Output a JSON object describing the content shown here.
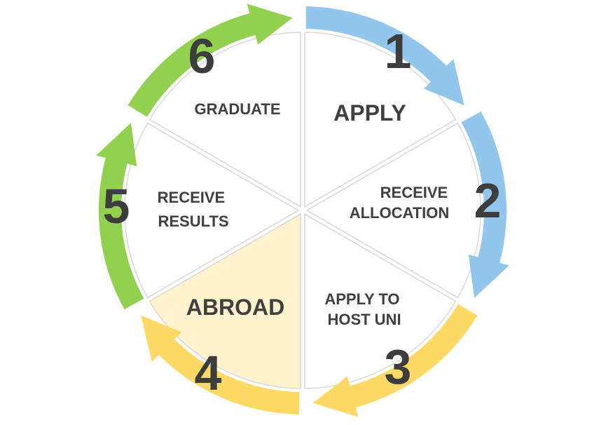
{
  "colors": {
    "blue": "#93C6EC",
    "yellow": "#FFD966",
    "green": "#92D050",
    "highlight_fill": "#FFF2CC",
    "slice_fill": "#FFFFFF",
    "divider": "#D9D9D9",
    "text": "#404040"
  },
  "steps": [
    {
      "number": "1",
      "label_lines": [
        "APPLY"
      ],
      "arrow_color": "#93C6EC",
      "highlighted": false
    },
    {
      "number": "2",
      "label_lines": [
        "RECEIVE",
        "ALLOCATION"
      ],
      "arrow_color": "#93C6EC",
      "highlighted": false
    },
    {
      "number": "3",
      "label_lines": [
        "APPLY TO",
        "HOST UNI"
      ],
      "arrow_color": "#FFD966",
      "highlighted": false
    },
    {
      "number": "4",
      "label_lines": [
        "ABROAD"
      ],
      "arrow_color": "#FFD966",
      "highlighted": true
    },
    {
      "number": "5",
      "label_lines": [
        "RECEIVE",
        "RESULTS"
      ],
      "arrow_color": "#92D050",
      "highlighted": false
    },
    {
      "number": "6",
      "label_lines": [
        "GRADUATE"
      ],
      "arrow_color": "#92D050",
      "highlighted": false
    }
  ]
}
